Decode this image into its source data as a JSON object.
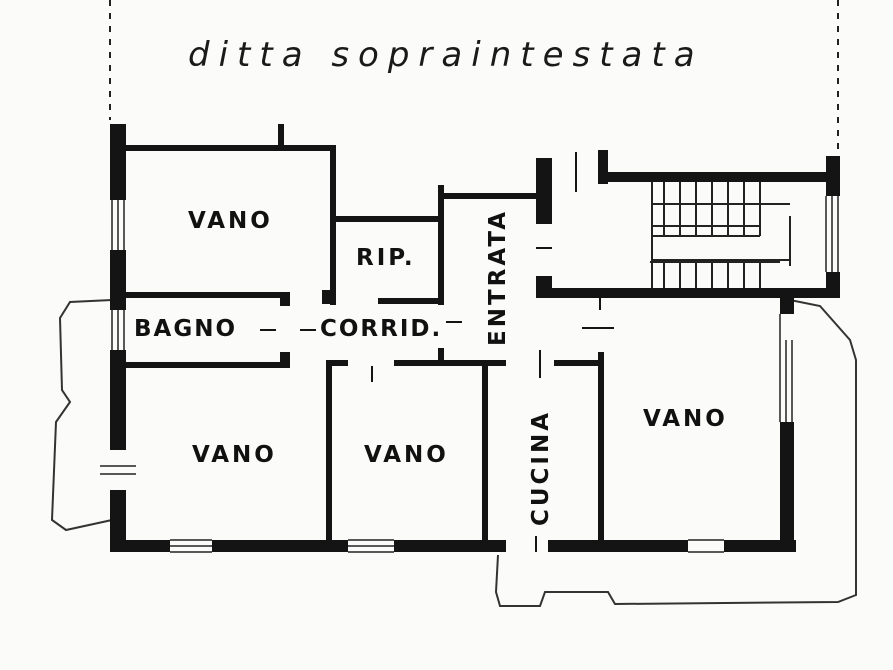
{
  "header": {
    "text": "ditta sopraintestata"
  },
  "rooms": {
    "vano_top_left": "VANO",
    "rip": "RIP.",
    "entrata": "ENTRATA",
    "bagno": "BAGNO",
    "corrid": "CORRID.",
    "vano_bottom_left": "VANO",
    "vano_bottom_middle": "VANO",
    "cucina": "CUCINA",
    "vano_right": "VANO"
  }
}
